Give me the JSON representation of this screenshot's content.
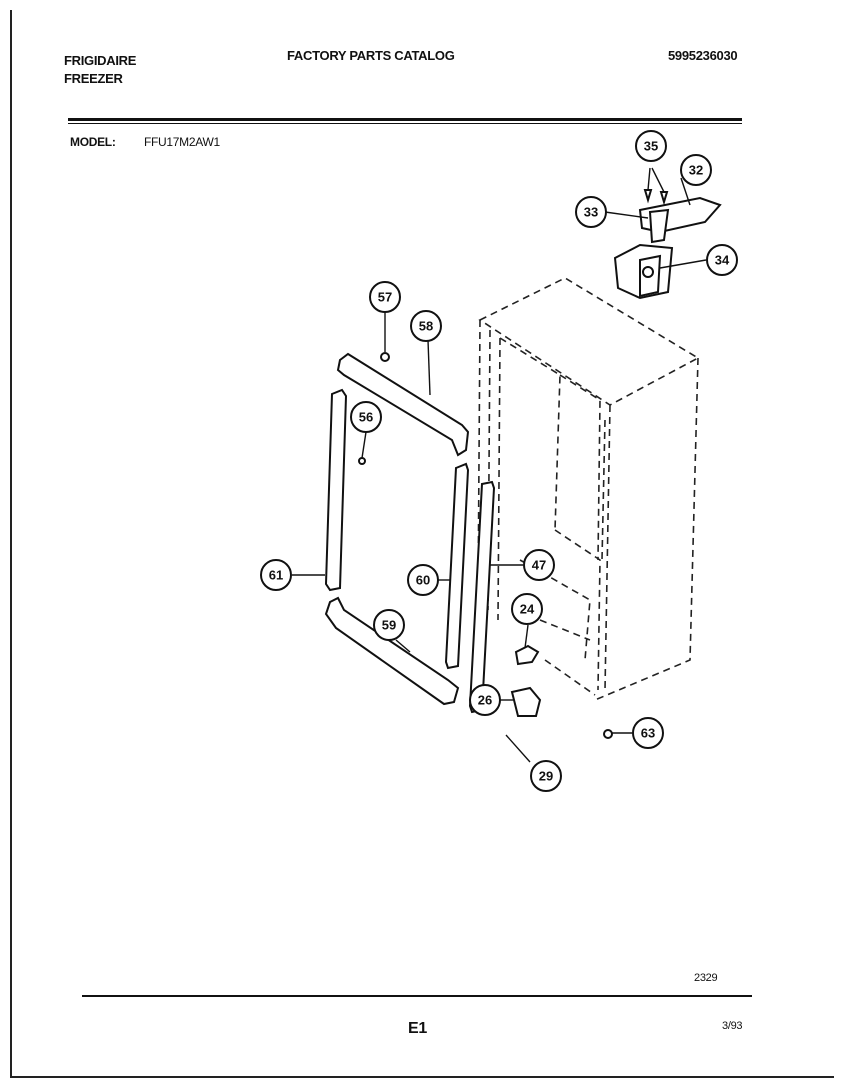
{
  "header": {
    "brand": "FRIGIDAIRE",
    "product": "FREEZER",
    "catalog_title": "FACTORY PARTS CATALOG",
    "part_number": "5995236030"
  },
  "model": {
    "label": "MODEL:",
    "value": "FFU17M2AW1"
  },
  "callouts": [
    "35",
    "32",
    "33",
    "34",
    "57",
    "58",
    "56",
    "61",
    "60",
    "47",
    "24",
    "59",
    "26",
    "63",
    "29"
  ],
  "footer": {
    "code": "2329",
    "page": "E1",
    "date": "3/93"
  }
}
